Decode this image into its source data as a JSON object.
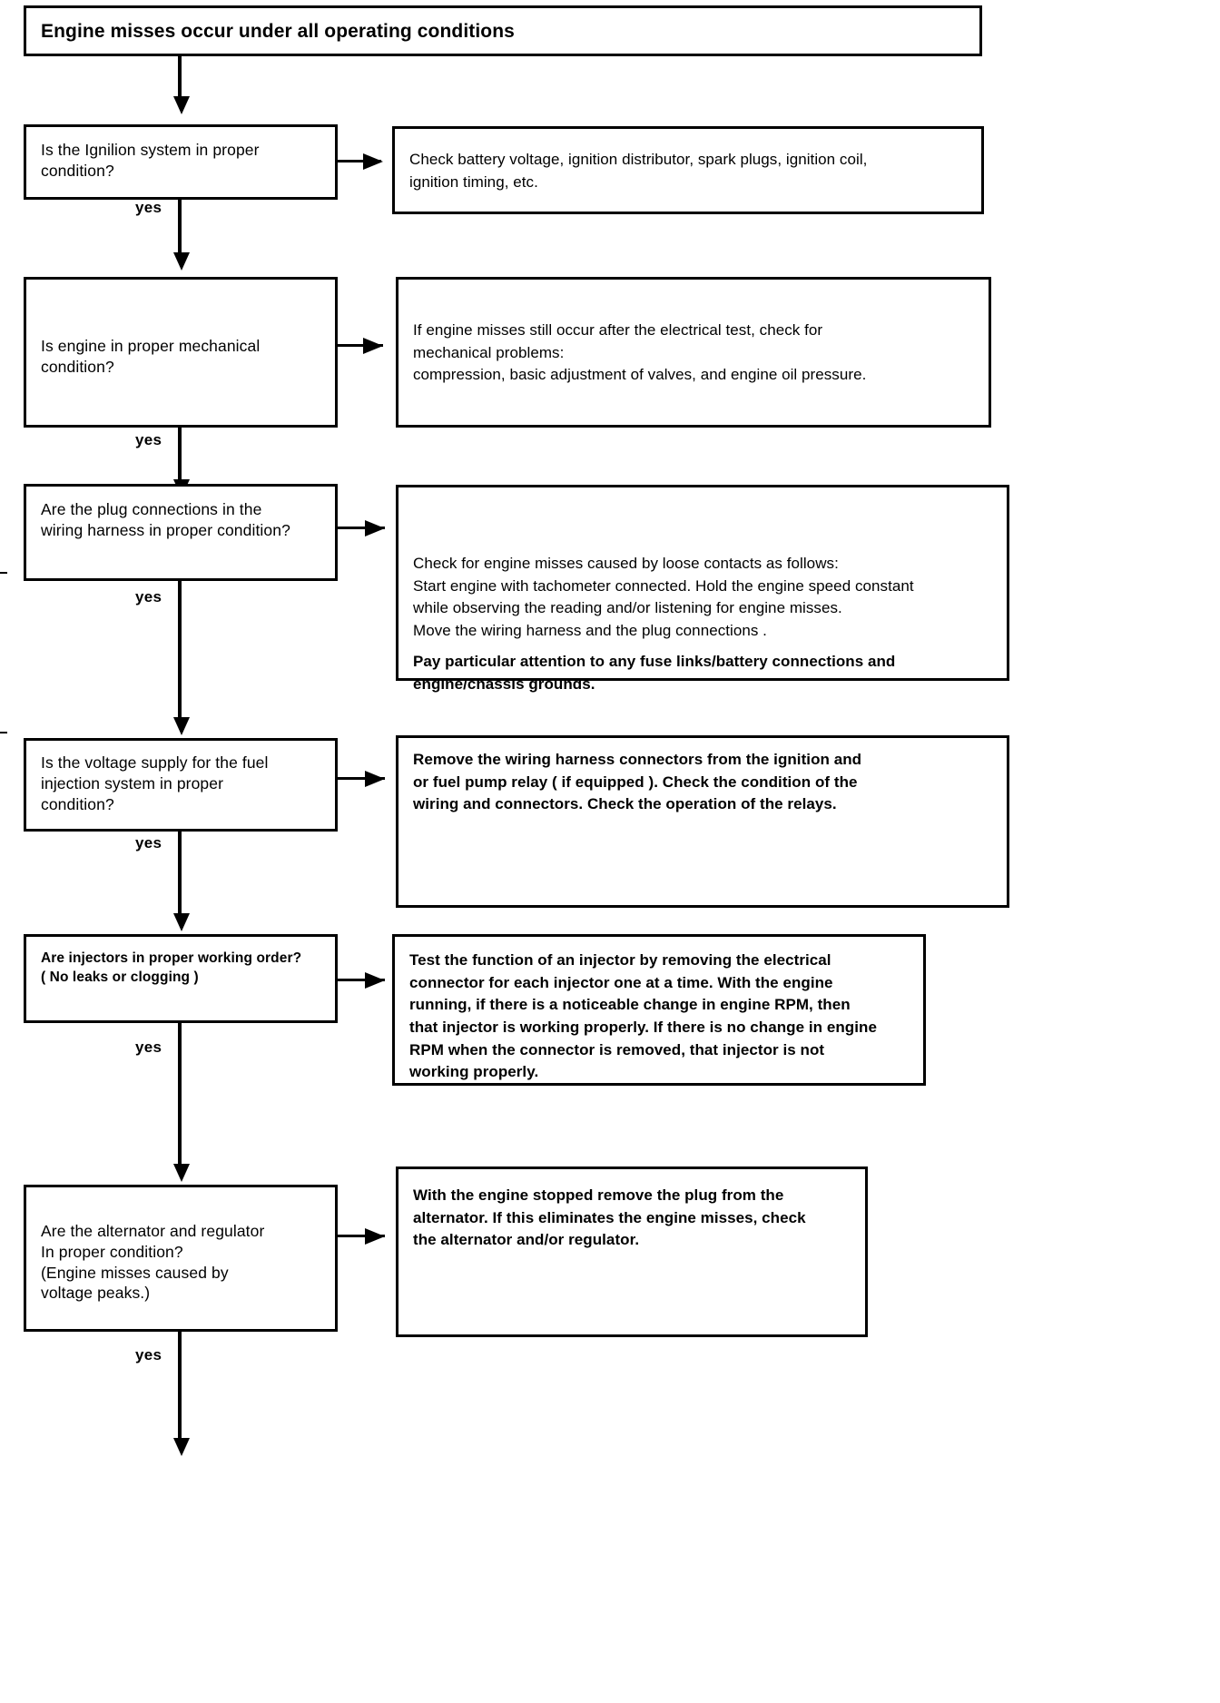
{
  "document": {
    "kind": "troubleshooting-flowchart",
    "title": "Engine misses occur under all operating conditions",
    "branch_label": "yes"
  },
  "steps": [
    {
      "id": "ignition-system",
      "question": "Is the Ignilion system in proper\ncondition?",
      "answer": "Check battery voltage, ignition distributor, spark plugs, ignition coil,\nignition timing, etc.",
      "answer_bold": "",
      "yes": "yes"
    },
    {
      "id": "engine-mechanical",
      "question": "Is engine in proper mechanical\ncondition?",
      "answer": "If engine misses still occur after the electrical test, check for\nmechanical problems:\ncompression, basic adjustment of valves, and engine oil pressure.",
      "answer_bold": "",
      "yes": "yes"
    },
    {
      "id": "plug-connections",
      "question": "Are the plug connections in the\nwiring harness in proper condition?",
      "answer": "Check for engine misses caused by loose contacts as follows:\nStart engine with tachometer connected. Hold the engine speed constant\nwhile observing the reading and/or listening for engine misses.\nMove the wiring harness and the plug connections .",
      "answer_bold": "Pay particular attention to any fuse links/battery connections and\nengine/chassis grounds.",
      "yes": "yes"
    },
    {
      "id": "voltage-supply",
      "question": "Is the voltage supply for the fuel\ninjection system in proper\ncondition?",
      "answer": "Remove the wiring harness connectors from the ignition and\nor fuel pump relay ( if equipped ). Check the condition of the\nwiring and connectors. Check the operation of the relays.",
      "answer_bold": "",
      "yes": "yes"
    },
    {
      "id": "injectors",
      "question": "Are injectors in proper working order?\n( No leaks or clogging )",
      "answer": "Test the function of an injector by removing the electrical\nconnector for each injector one at a time. With the engine\nrunning, if there is a noticeable change in engine RPM, then\nthat injector is working properly. If there is no change in engine\nRPM when the connector is removed, that injector is not\nworking properly.",
      "answer_bold": "",
      "yes": "yes"
    },
    {
      "id": "alternator-regulator",
      "question": "Are the alternator and regulator\nIn proper condition?\n(Engine misses caused by\nvoltage peaks.)",
      "answer": "With the engine stopped remove the plug from the\nalternator. If this eliminates the engine misses, check\nthe alternator and/or regulator.",
      "answer_bold": "",
      "yes": "yes"
    }
  ]
}
